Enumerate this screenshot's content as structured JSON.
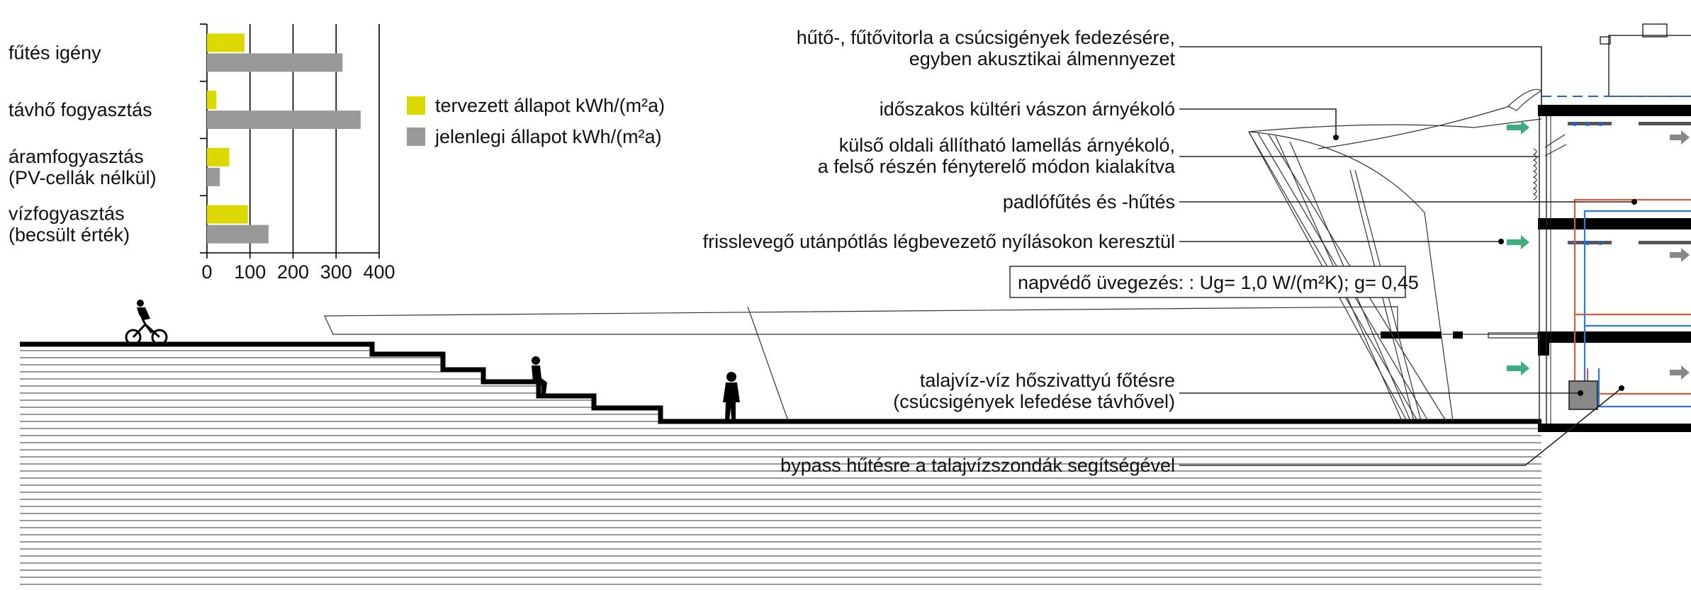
{
  "chart_data": {
    "type": "bar",
    "orientation": "horizontal",
    "categories": [
      [
        "fűtés igény"
      ],
      [
        "távhő fogyasztás"
      ],
      [
        "áramfogyasztás",
        "(PV-cellák nélkül)"
      ],
      [
        "vízfogyasztás",
        "(becsült érték)"
      ]
    ],
    "series": [
      {
        "name": "tervezett állapot  kWh/(m²a)",
        "color": "#dcd800",
        "values": [
          87,
          22,
          52,
          95
        ]
      },
      {
        "name": "jelenlegi állapot  kWh/(m²a)",
        "color": "#999999",
        "values": [
          315,
          357,
          30,
          143
        ]
      }
    ],
    "xlim": [
      0,
      400
    ],
    "xticks": [
      "0",
      "100",
      "200",
      "300",
      "400"
    ],
    "grid": true,
    "legend_position": "right"
  },
  "labels": {
    "sail": [
      "hűtő-, fűtővitorla a csúcsigények fedezésére,",
      "egyben akusztikai álmennyezet"
    ],
    "canvas_shade": "időszakos kültéri vászon árnyékoló",
    "lamella": [
      "külső oldali állítható lamellás árnyékoló,",
      "a felső részén fényterelő módon kialakítva"
    ],
    "floor_heating": "padlófűtés és -hűtés",
    "fresh_air": "frisslevegő utánpótlás légbevezető nyílásokon keresztül",
    "glazing": "napvédő üvegezés: : Ug= 1,0 W/(m²K); g= 0,45",
    "heat_pump": [
      "talajvíz-víz hőszivattyú főtésre",
      "(csúcsigények lefedése távhővel)"
    ],
    "bypass": "bypass hűtésre a talajvízszondák segítségével"
  }
}
